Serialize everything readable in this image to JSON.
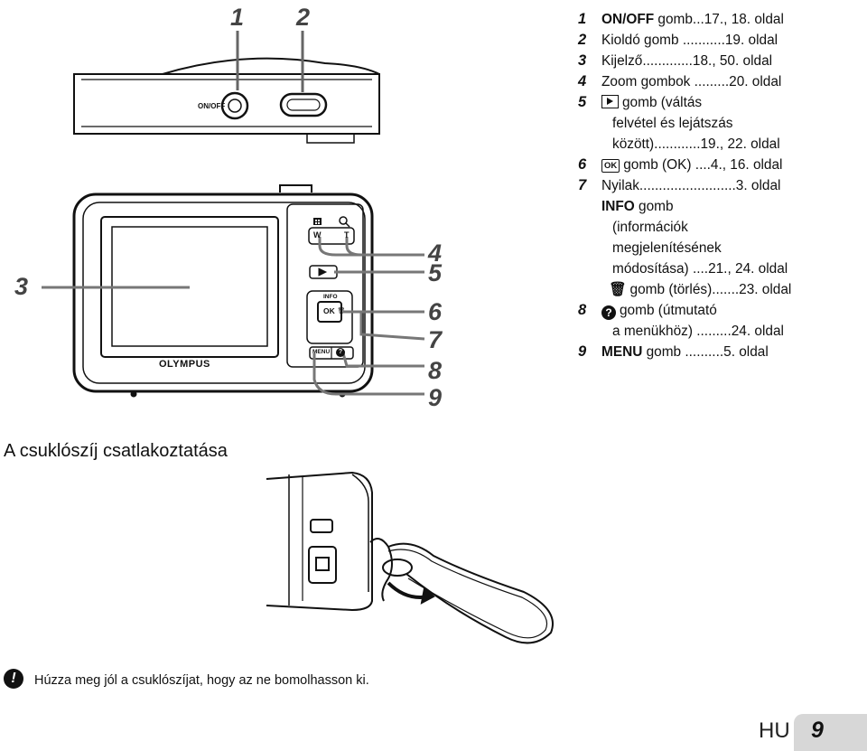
{
  "callouts": [
    "1",
    "2",
    "3",
    "4",
    "5",
    "6",
    "7",
    "8",
    "9"
  ],
  "camera": {
    "onoff_label": "ON/OFF",
    "brand": "OLYMPUS",
    "w_label": "W",
    "t_label": "T",
    "info_label": "INFO",
    "ok_label": "OK",
    "menu_label": "MENU"
  },
  "legend": [
    {
      "num": "1",
      "prefix_bold": "ON/OFF",
      "text": " gomb...17., 18. oldal"
    },
    {
      "num": "2",
      "text": "Kioldó gomb ...........19. oldal"
    },
    {
      "num": "3",
      "text": "Kijelző.............18., 50. oldal"
    },
    {
      "num": "4",
      "text": "Zoom gombok .........20. oldal"
    },
    {
      "num": "5",
      "text": "gomb  (váltás"
    },
    {
      "num": "",
      "text": "felvétel és lejátszás"
    },
    {
      "num": "",
      "text": "között)............19., 22. oldal"
    },
    {
      "num": "6",
      "icon": "OK",
      "text": "gomb (OK) ....4., 16. oldal"
    },
    {
      "num": "7",
      "text": "Nyilak.........................3. oldal"
    },
    {
      "num": "",
      "prefix_bold": "INFO",
      "text": " gomb"
    },
    {
      "num": "",
      "text": "(információk"
    },
    {
      "num": "",
      "text": "megjelenítésének"
    },
    {
      "num": "",
      "text": "módosítása) ....21., 24. oldal"
    },
    {
      "num": "",
      "text": "gomb (törlés).......23. oldal"
    },
    {
      "num": "8",
      "text": "gomb (útmutató"
    },
    {
      "num": "",
      "text": "a menükhöz) .........24. oldal"
    },
    {
      "num": "9",
      "prefix_bold": "MENU",
      "text": " gomb ..........5. oldal"
    }
  ],
  "section_title": "A csuklószíj csatlakoztatása",
  "warning_text": "Húzza meg jól a csuklószíjat, hogy az ne bomolhasson ki.",
  "footer": {
    "lang": "HU",
    "page": "9"
  }
}
